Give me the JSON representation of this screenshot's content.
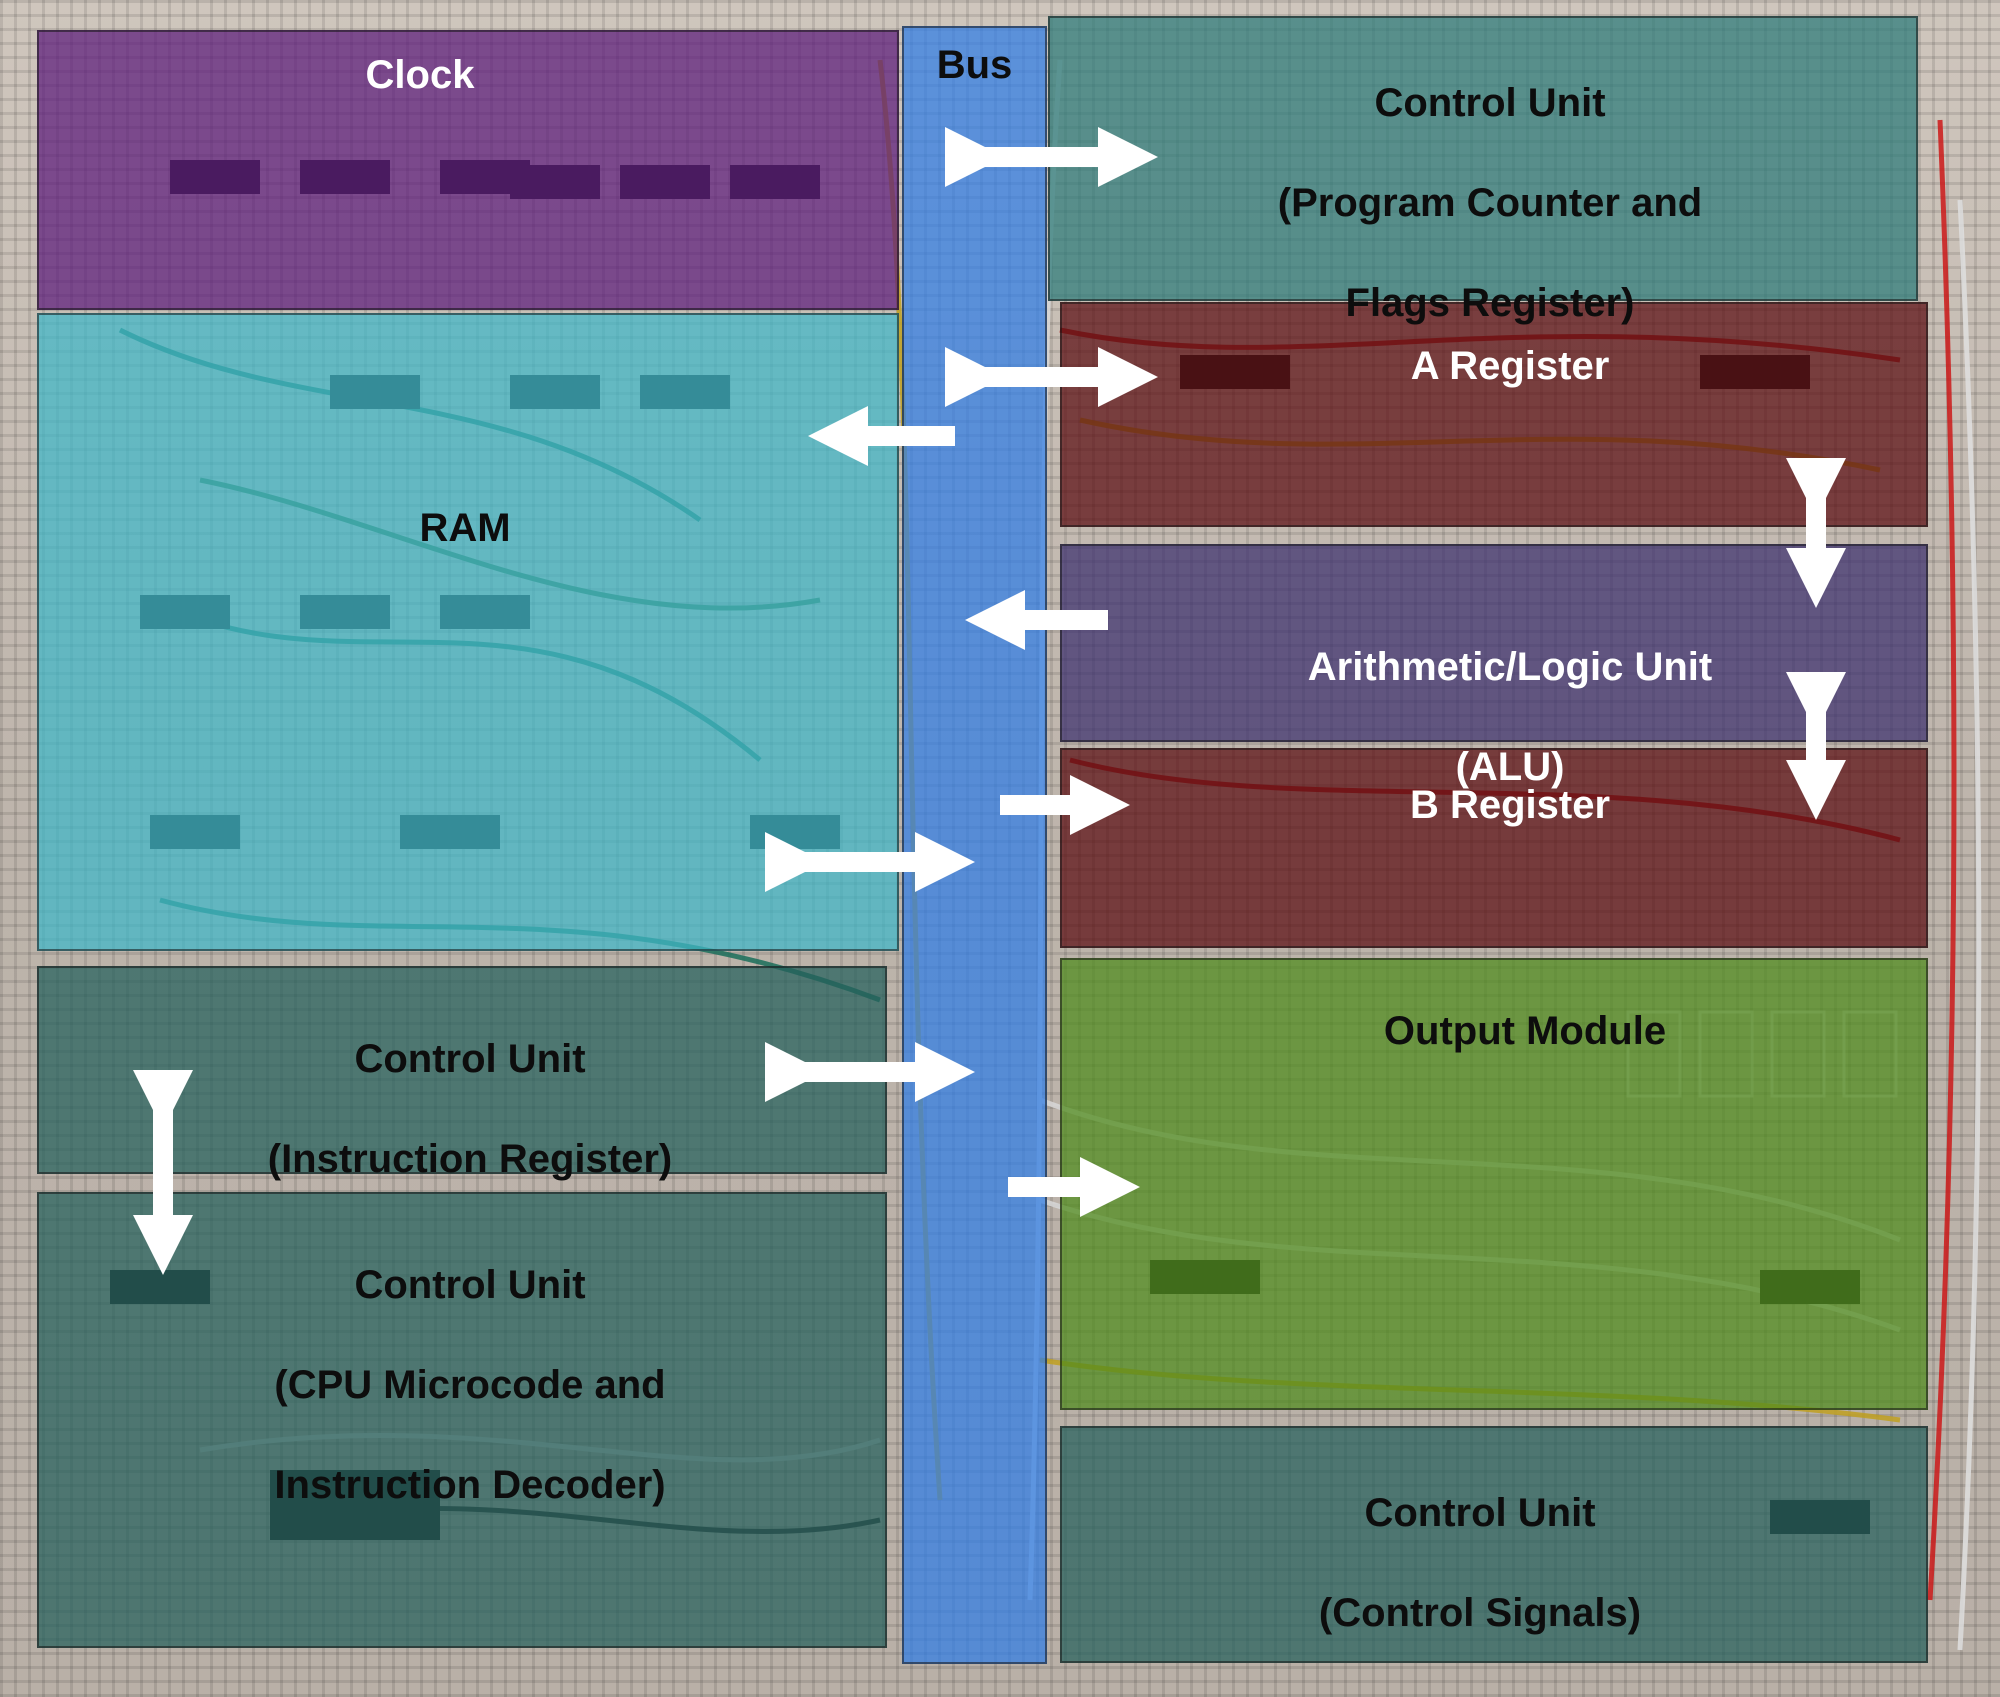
{
  "modules": {
    "clock": {
      "label": "Clock",
      "color": "#5b1a7a"
    },
    "bus": {
      "label": "Bus",
      "color": "#2f7de6"
    },
    "pc_flags": {
      "lines": [
        "Control Unit",
        "(Program Counter and",
        "Flags Register)"
      ],
      "color": "#2b7a78"
    },
    "ram": {
      "label": "RAM",
      "color": "#3fb7c8"
    },
    "a_register": {
      "label": "A Register",
      "color": "#5a0d10"
    },
    "alu": {
      "lines": [
        "Arithmetic/Logic Unit",
        "(ALU)"
      ],
      "color": "#3b2f6e"
    },
    "b_register": {
      "label": "B Register",
      "color": "#5a0d10"
    },
    "instruction_register": {
      "lines": [
        "Control Unit",
        "(Instruction Register)"
      ],
      "color": "#24605c"
    },
    "microcode": {
      "lines": [
        "Control Unit",
        "(CPU Microcode and",
        "Instruction Decoder)"
      ],
      "color": "#24605c"
    },
    "output": {
      "label": "Output Module",
      "color": "#4d8a1a"
    },
    "control_signals": {
      "lines": [
        "Control Unit",
        "(Control Signals)"
      ],
      "color": "#24605c"
    }
  },
  "arrow_color": "#ffffff"
}
